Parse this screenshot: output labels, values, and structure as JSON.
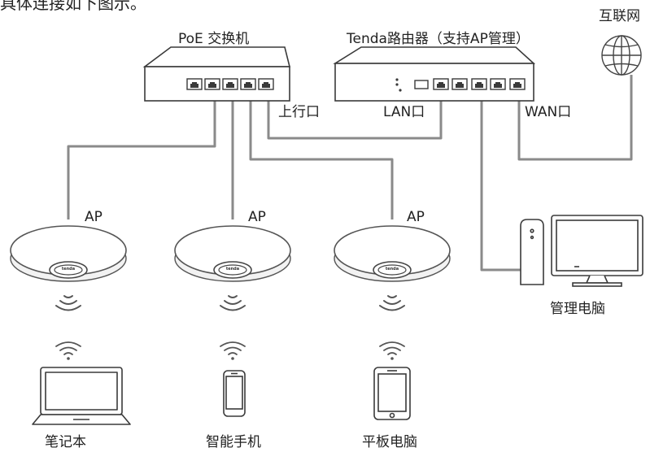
{
  "header_text": "具体连接如下图示。",
  "devices": {
    "poe_switch": {
      "label": "PoE 交换机",
      "uplink_label": "上行口"
    },
    "router": {
      "label": "Tenda路由器（支持AP管理）",
      "lan_label": "LAN口",
      "wan_label": "WAN口",
      "brand": "tenda"
    },
    "internet": {
      "label": "互联网"
    },
    "management_pc": {
      "label": "管理电脑"
    }
  },
  "aps": [
    {
      "label": "AP",
      "brand": "tenda"
    },
    {
      "label": "AP",
      "brand": "tenda"
    },
    {
      "label": "AP",
      "brand": "tenda"
    }
  ],
  "clients": [
    {
      "label": "笔记本",
      "icon": "laptop-icon"
    },
    {
      "label": "智能手机",
      "icon": "smartphone-icon"
    },
    {
      "label": "平板电脑",
      "icon": "tablet-icon"
    }
  ],
  "colors": {
    "line": "#8a8a8a",
    "device_stroke": "#3a3a3a",
    "device_fill": "#ffffff",
    "text": "#222222"
  }
}
